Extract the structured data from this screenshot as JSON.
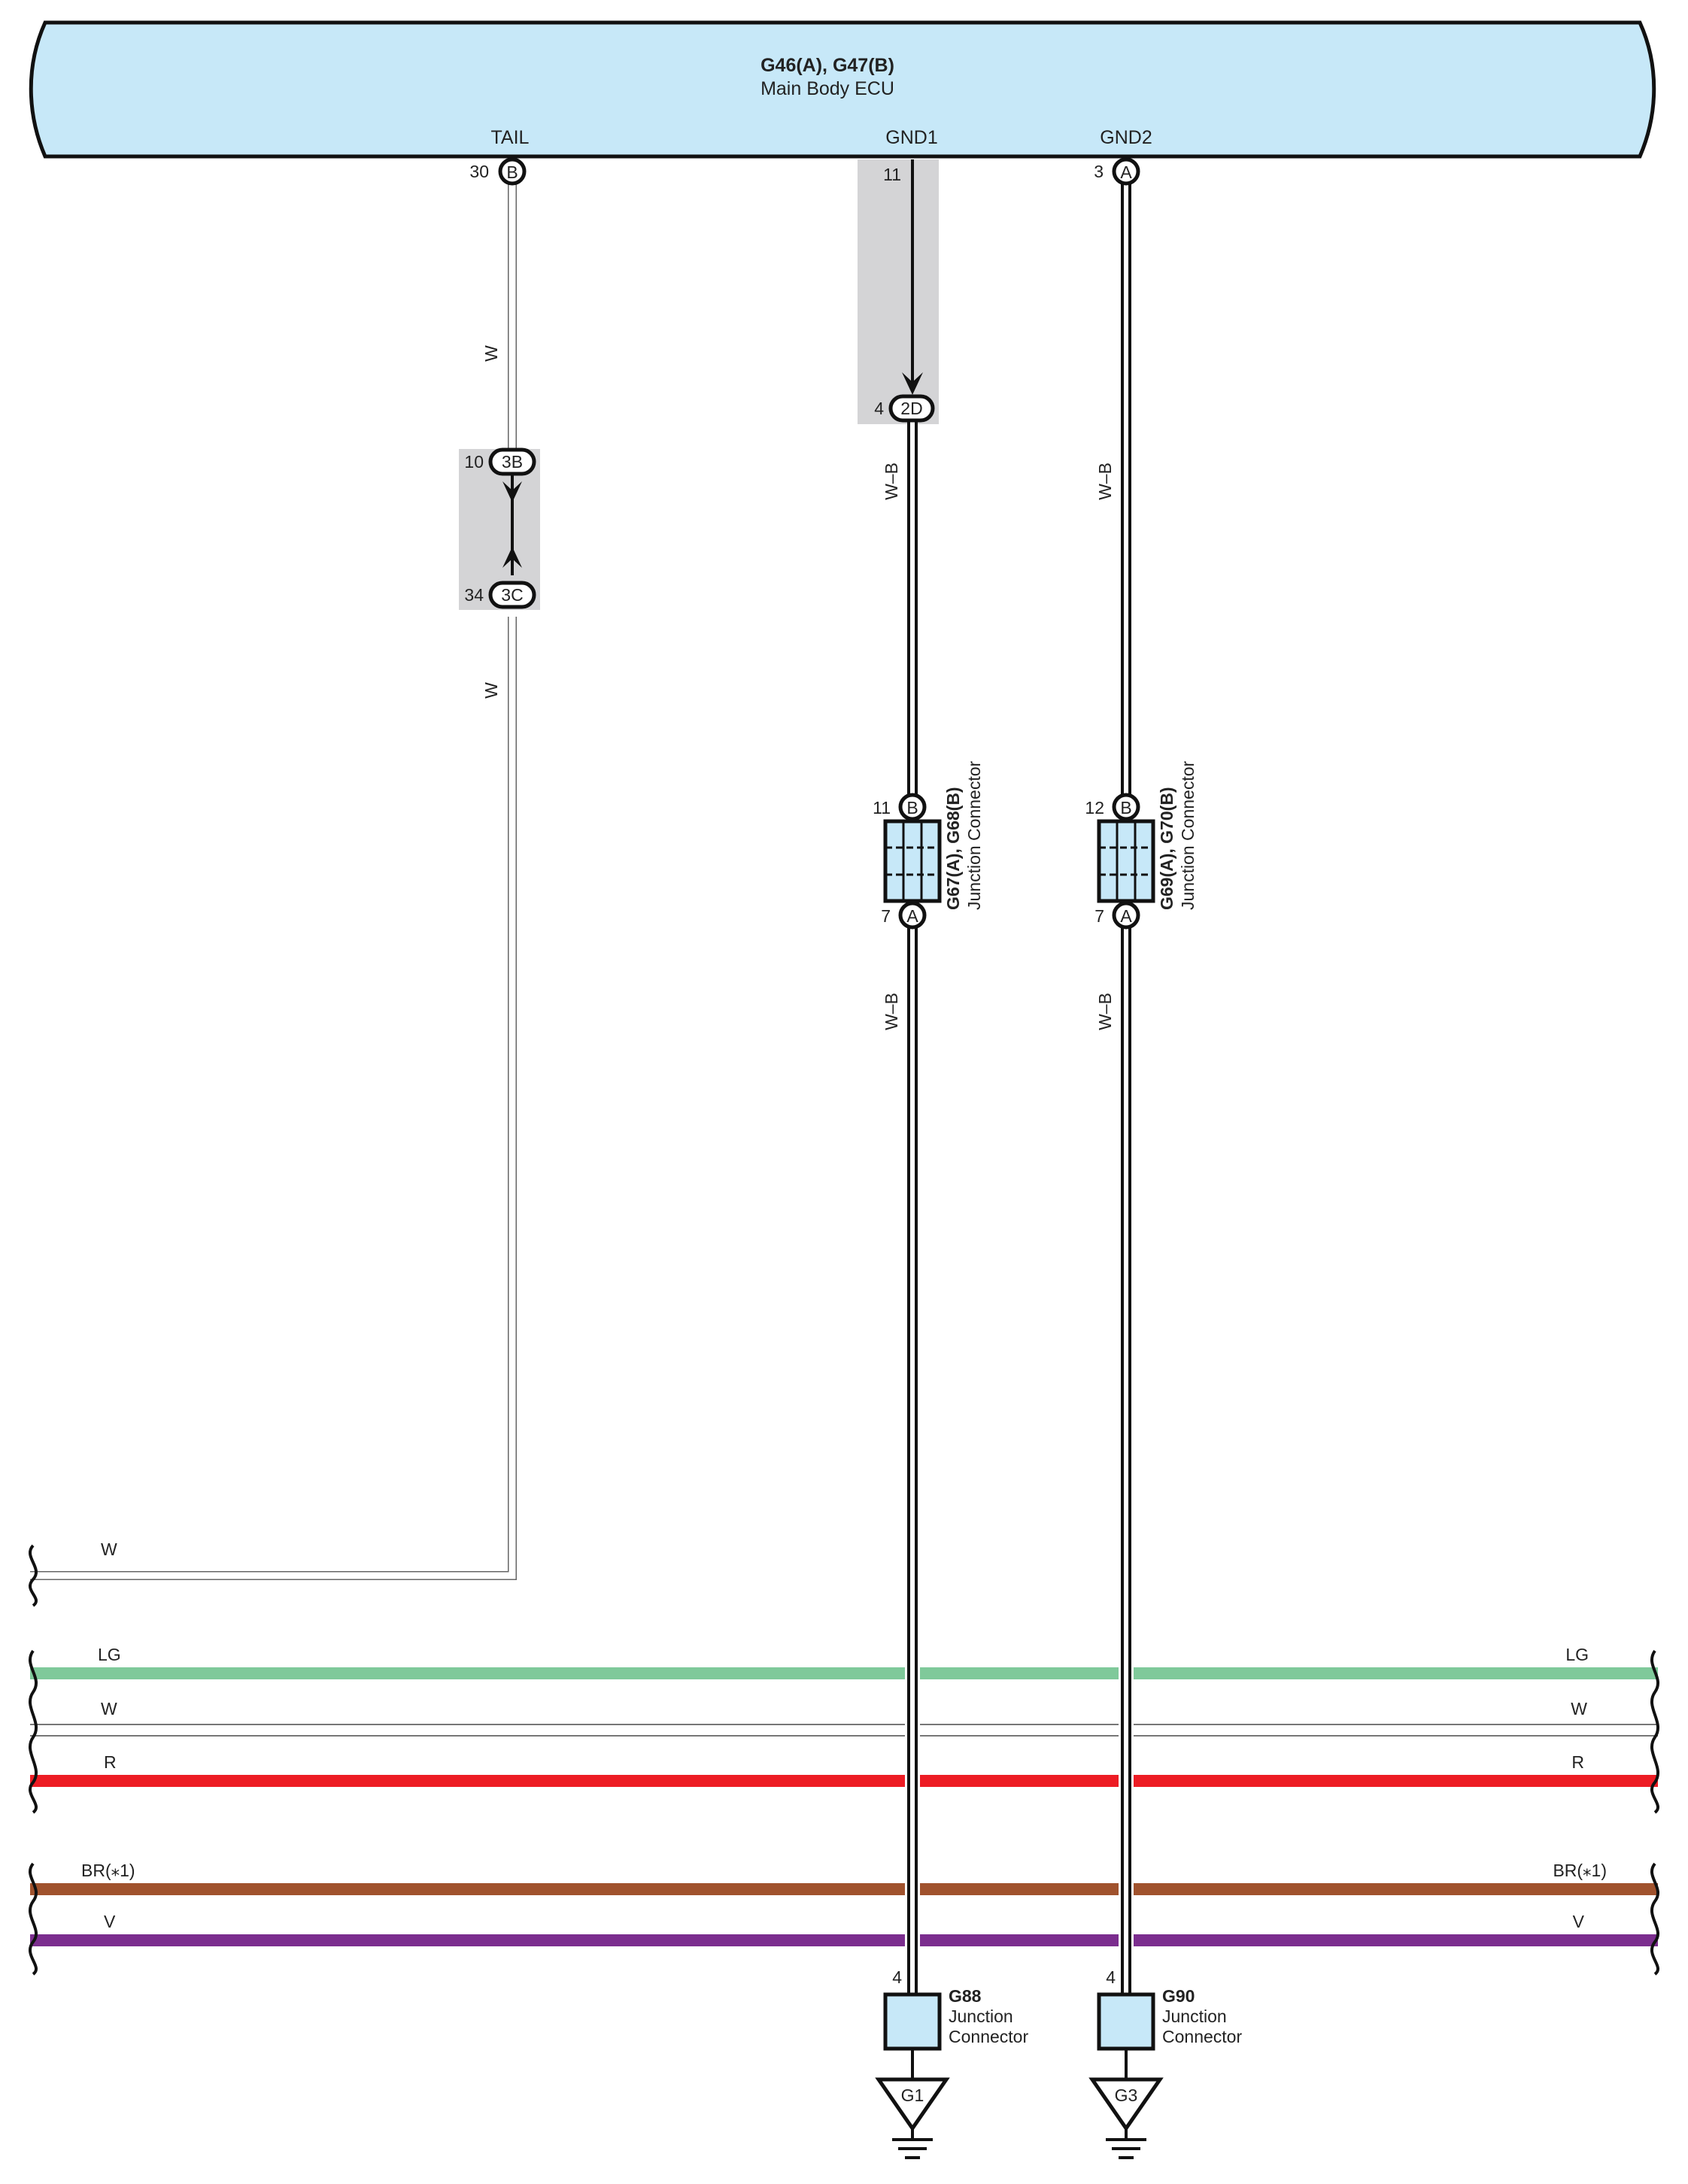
{
  "ecu": {
    "title": "G46(A), G47(B)",
    "subtitle": "Main Body ECU",
    "terminals": {
      "tail": "TAIL",
      "gnd1": "GND1",
      "gnd2": "GND2"
    }
  },
  "pins": {
    "tail": {
      "num": "30",
      "letter": "B"
    },
    "gnd1": {
      "num": "11"
    },
    "gnd2": {
      "num": "3",
      "letter": "A"
    },
    "j2d": {
      "num": "4",
      "code": "2D"
    },
    "j3b": {
      "num": "10",
      "code": "3B"
    },
    "j3c": {
      "num": "34",
      "code": "3C"
    },
    "g67_top": {
      "num": "11",
      "letter": "B"
    },
    "g67_bot": {
      "num": "7",
      "letter": "A"
    },
    "g69_top": {
      "num": "12",
      "letter": "B"
    },
    "g69_bot": {
      "num": "7",
      "letter": "A"
    },
    "g88": {
      "num": "4"
    },
    "g90": {
      "num": "4"
    }
  },
  "wire_colors": {
    "tail_upper": "W",
    "tail_lower": "W",
    "tail_bottom": "W",
    "gnd1_upper": "W–B",
    "gnd1_lower": "W–B",
    "gnd2_upper": "W–B",
    "gnd2_lower": "W–B"
  },
  "junctions": {
    "g67": {
      "title": "G67(A), G68(B)",
      "subtitle": "Junction Connector"
    },
    "g69": {
      "title": "G69(A), G70(B)",
      "subtitle": "Junction Connector"
    },
    "g88": {
      "title": "G88",
      "line1": "Junction",
      "line2": "Connector"
    },
    "g90": {
      "title": "G90",
      "line1": "Junction",
      "line2": "Connector"
    }
  },
  "grounds": {
    "g1": "G1",
    "g3": "G3"
  },
  "buses": [
    {
      "label_left": "LG",
      "label_right": "LG",
      "color": "#7fc99a"
    },
    {
      "label_left": "W",
      "label_right": "W",
      "color": "#ffffff"
    },
    {
      "label_left": "R",
      "label_right": "R",
      "color": "#ed1c24"
    },
    {
      "label_left": "BR(⁎1)",
      "label_right": "BR(⁎1)",
      "color": "#a0522d"
    },
    {
      "label_left": "V",
      "label_right": "V",
      "color": "#7b2d8e"
    }
  ],
  "colors": {
    "ecu_fill": "#c7e8f8",
    "junction_fill": "#c7e8f8",
    "splice_shade": "#d4d4d6"
  }
}
